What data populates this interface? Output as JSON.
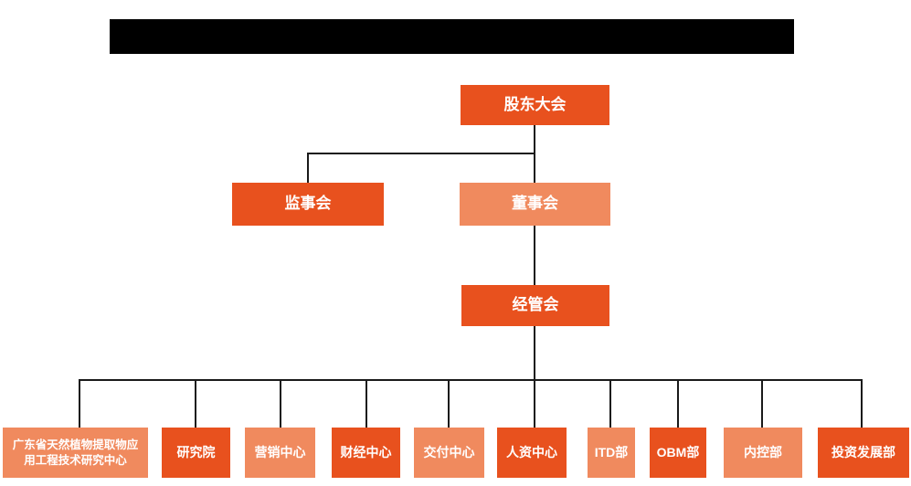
{
  "colors": {
    "primary": "#E8511E",
    "secondary": "#F08A5E",
    "line": "#1A1A1A",
    "bar": "#000000",
    "text": "#FFFFFF",
    "bg": "#FFFFFF"
  },
  "title_bar": {
    "type": "redacted-black-block",
    "text": ""
  },
  "org": {
    "shareholders": {
      "label": "股东大会",
      "variant": "dark"
    },
    "supervisory": {
      "label": "监事会",
      "variant": "dark"
    },
    "board": {
      "label": "董事会",
      "variant": "light"
    },
    "management": {
      "label": "经管会",
      "variant": "dark"
    },
    "departments": [
      {
        "label": "广东省天然植物提取物应用工程技术研究中心",
        "variant": "light"
      },
      {
        "label": "研究院",
        "variant": "dark"
      },
      {
        "label": "营销中心",
        "variant": "light"
      },
      {
        "label": "财经中心",
        "variant": "dark"
      },
      {
        "label": "交付中心",
        "variant": "light"
      },
      {
        "label": "人资中心",
        "variant": "dark"
      },
      {
        "label": "ITD部",
        "variant": "light"
      },
      {
        "label": "OBM部",
        "variant": "dark"
      },
      {
        "label": "内控部",
        "variant": "light"
      },
      {
        "label": "投资发展部",
        "variant": "dark"
      }
    ]
  },
  "hierarchy": {
    "root": "股东大会",
    "children_of_root": [
      "监事会",
      "董事会"
    ],
    "child_of_board": "经管会",
    "children_of_management": [
      "广东省天然植物提取物应用工程技术研究中心",
      "研究院",
      "营销中心",
      "财经中心",
      "交付中心",
      "人资中心",
      "ITD部",
      "OBM部",
      "内控部",
      "投资发展部"
    ]
  }
}
